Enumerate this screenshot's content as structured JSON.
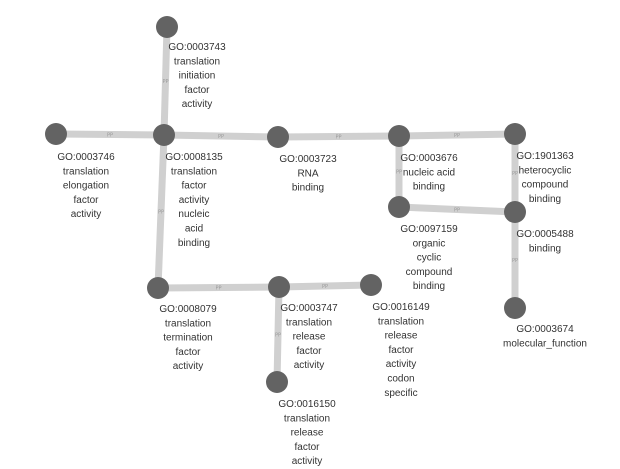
{
  "colors": {
    "node": "#636363",
    "edge": "#d0d0d0",
    "label": "#333333"
  },
  "edge_label": "PP",
  "nodes": [
    {
      "id": "n3743",
      "lines": [
        "GO:0003743",
        "translation",
        "initiation",
        "factor",
        "activity"
      ]
    },
    {
      "id": "n3746",
      "lines": [
        "GO:0003746",
        "translation",
        "elongation",
        "factor",
        "activity"
      ]
    },
    {
      "id": "n8135",
      "lines": [
        "GO:0008135",
        "translation",
        "factor",
        "activity",
        "nucleic",
        "acid",
        "binding"
      ]
    },
    {
      "id": "n3723",
      "lines": [
        "GO:0003723",
        "RNA",
        "binding"
      ]
    },
    {
      "id": "n3676",
      "lines": [
        "GO:0003676",
        "nucleic acid",
        "binding"
      ]
    },
    {
      "id": "n1901363",
      "lines": [
        "GO:1901363",
        "heterocyclic",
        "compound",
        "binding"
      ]
    },
    {
      "id": "n97159",
      "lines": [
        "GO:0097159",
        "organic",
        "cyclic",
        "compound",
        "binding"
      ]
    },
    {
      "id": "n5488",
      "lines": [
        "GO:0005488",
        "binding"
      ]
    },
    {
      "id": "n3674",
      "lines": [
        "GO:0003674",
        "molecular_function"
      ]
    },
    {
      "id": "n8079",
      "lines": [
        "GO:0008079",
        "translation",
        "termination",
        "factor",
        "activity"
      ]
    },
    {
      "id": "n3747",
      "lines": [
        "GO:0003747",
        "translation",
        "release",
        "factor",
        "activity"
      ]
    },
    {
      "id": "n16149",
      "lines": [
        "GO:0016149",
        "translation",
        "release",
        "factor",
        "activity",
        "codon",
        "specific"
      ]
    },
    {
      "id": "n16150",
      "lines": [
        "GO:0016150",
        "translation",
        "release",
        "factor",
        "activity"
      ]
    }
  ],
  "edges": [
    [
      "n3743",
      "n8135"
    ],
    [
      "n3746",
      "n8135"
    ],
    [
      "n8135",
      "n3723"
    ],
    [
      "n3723",
      "n3676"
    ],
    [
      "n3676",
      "n1901363"
    ],
    [
      "n3676",
      "n97159"
    ],
    [
      "n97159",
      "n5488"
    ],
    [
      "n1901363",
      "n5488"
    ],
    [
      "n5488",
      "n3674"
    ],
    [
      "n8135",
      "n8079"
    ],
    [
      "n8079",
      "n3747"
    ],
    [
      "n3747",
      "n16149"
    ],
    [
      "n3747",
      "n16150"
    ]
  ]
}
